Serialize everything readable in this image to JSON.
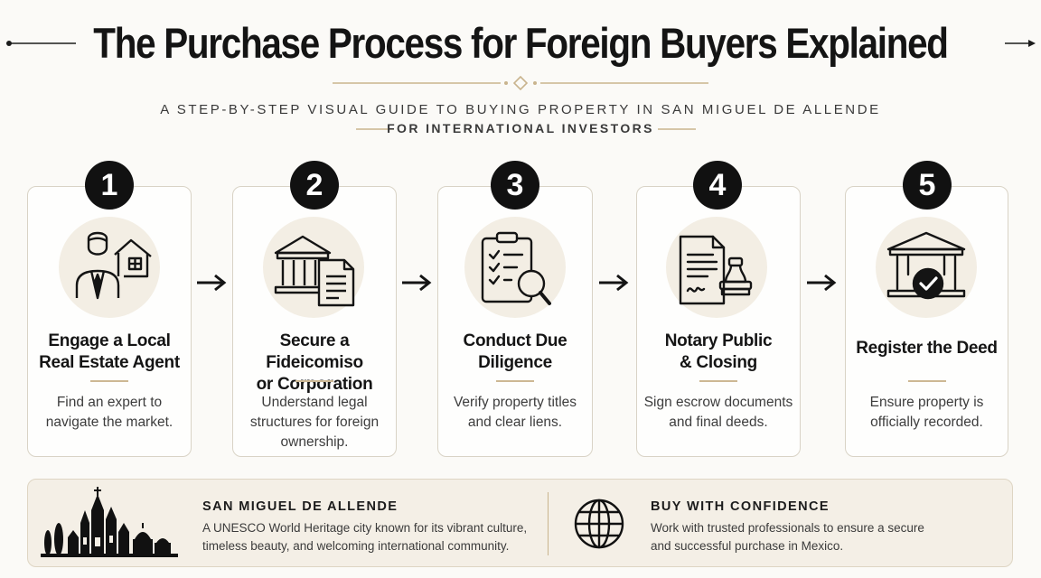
{
  "header": {
    "title": "The Purchase Process for Foreign Buyers Explained",
    "subtitle": "A STEP-BY-STEP VISUAL GUIDE TO BUYING PROPERTY IN SAN MIGUEL DE ALLENDE",
    "subtitle2": "FOR INTERNATIONAL INVESTORS"
  },
  "steps": [
    {
      "number": "1",
      "title_l1": "Engage a Local",
      "title_l2": "Real Estate Agent",
      "desc_l1": "Find an expert to",
      "desc_l2": "navigate the market.",
      "desc_l3": "",
      "icon": "agent-house-icon"
    },
    {
      "number": "2",
      "title_l1": "Secure a Fideicomiso",
      "title_l2": "or Corporation",
      "desc_l1": "Understand legal",
      "desc_l2": "structures for foreign",
      "desc_l3": "ownership.",
      "icon": "bank-document-icon"
    },
    {
      "number": "3",
      "title_l1": "Conduct Due",
      "title_l2": "Diligence",
      "desc_l1": "Verify property titles",
      "desc_l2": "and clear liens.",
      "desc_l3": "",
      "icon": "clipboard-magnifier-icon"
    },
    {
      "number": "4",
      "title_l1": "Notary Public",
      "title_l2": "& Closing",
      "desc_l1": "Sign escrow documents",
      "desc_l2": "and final deeds.",
      "desc_l3": "",
      "icon": "document-stamp-icon"
    },
    {
      "number": "5",
      "title_l1": "Register the Deed",
      "title_l2": "",
      "desc_l1": "Ensure property is",
      "desc_l2": "officially recorded.",
      "desc_l3": "",
      "icon": "bank-checkmark-icon"
    }
  ],
  "footer": {
    "left_heading": "SAN MIGUEL DE ALLENDE",
    "left_text_l1": "A UNESCO World Heritage city known for its vibrant culture,",
    "left_text_l2": "timeless beauty, and welcoming international community.",
    "right_heading": "BUY WITH CONFIDENCE",
    "right_text_l1": "Work with trusted professionals to ensure a secure",
    "right_text_l2": "and successful purchase in Mexico."
  },
  "colors": {
    "accent": "#c9b48e",
    "card_border": "#d9d3c6",
    "icon_bg": "#f3eee4",
    "badge": "#111111",
    "footer_bg": "#f4efe6"
  }
}
